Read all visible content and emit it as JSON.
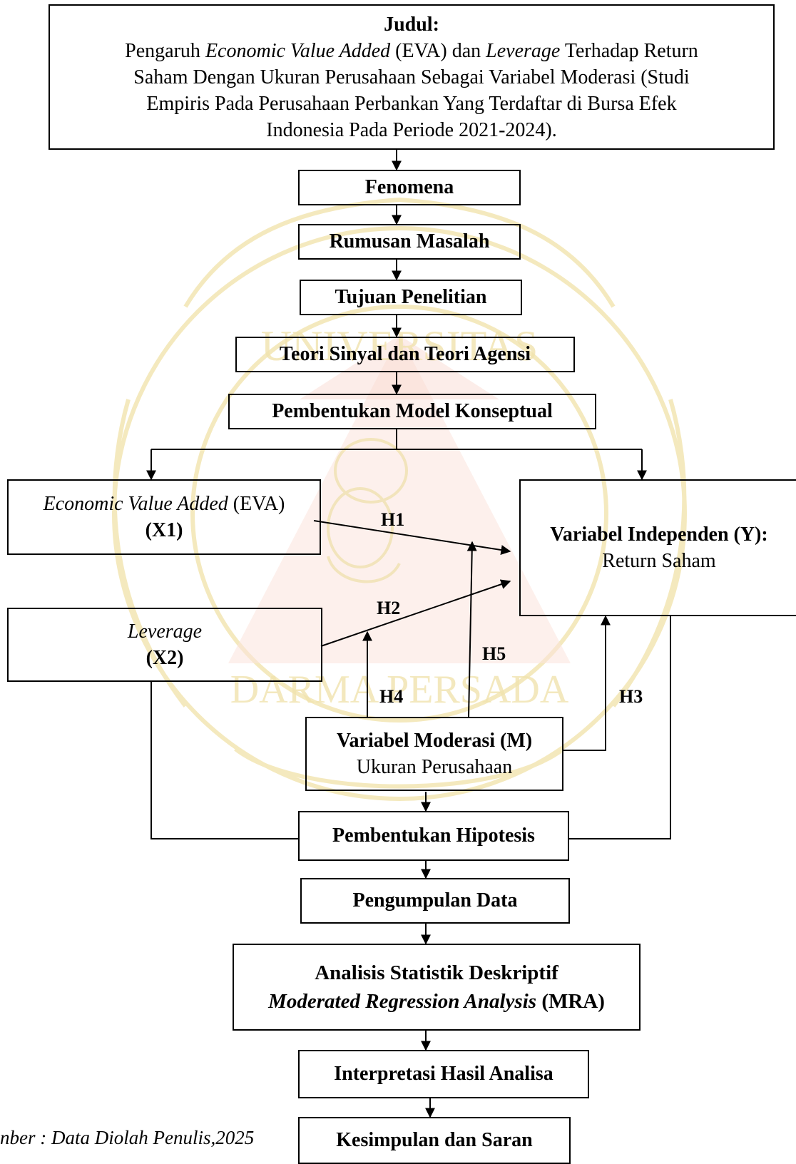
{
  "title_box": {
    "heading": "Judul:",
    "line1_a": "Pengaruh ",
    "line1_b": "Economic Value Added",
    "line1_c": " (EVA) dan ",
    "line1_d": "Leverage",
    "line1_e": " Terhadap Return",
    "line2": "Saham Dengan Ukuran Perusahaan Sebagai Variabel Moderasi (Studi",
    "line3": "Empiris Pada Perusahaan Perbankan Yang Terdaftar di Bursa Efek",
    "line4": "Indonesia Pada Periode 2021-2024)."
  },
  "steps": {
    "fenomena": "Fenomena",
    "rumusan": "Rumusan Masalah",
    "tujuan": "Tujuan Penelitian",
    "teori": "Teori Sinyal dan Teori Agensi",
    "model": "Pembentukan Model Konseptual",
    "hipotesis": "Pembentukan Hipotesis",
    "pengumpulan": "Pengumpulan Data",
    "analisis_1": "Analisis Statistik Deskriptif",
    "analisis_2a": "Moderated Regression Analysis",
    "analisis_2b": " (MRA)",
    "interpretasi": "Interpretasi Hasil Analisa",
    "kesimpulan": "Kesimpulan dan Saran"
  },
  "variables": {
    "x1_name": "Economic Value Added",
    "x1_abbr": " (EVA)",
    "x1_code": "(X1)",
    "x2_name": "Leverage",
    "x2_code": "(X2)",
    "y_title": "Variabel Independen (Y):",
    "y_name": "Return Saham",
    "m_title": "Variabel Moderasi (M)",
    "m_name": "Ukuran Perusahaan"
  },
  "hypotheses": {
    "h1": "H1",
    "h2": "H2",
    "h3": "H3",
    "h4": "H4",
    "h5": "H5"
  },
  "source_caption": "nber : Data Diolah Penulis,2025",
  "watermark": {
    "text_top": "UNIVERSITAS",
    "text_bottom": "DARMA PERSADA",
    "colors": {
      "ring": "#f6ecbe",
      "accent": "#f8d9d4",
      "fill": "#fbf6de"
    }
  }
}
